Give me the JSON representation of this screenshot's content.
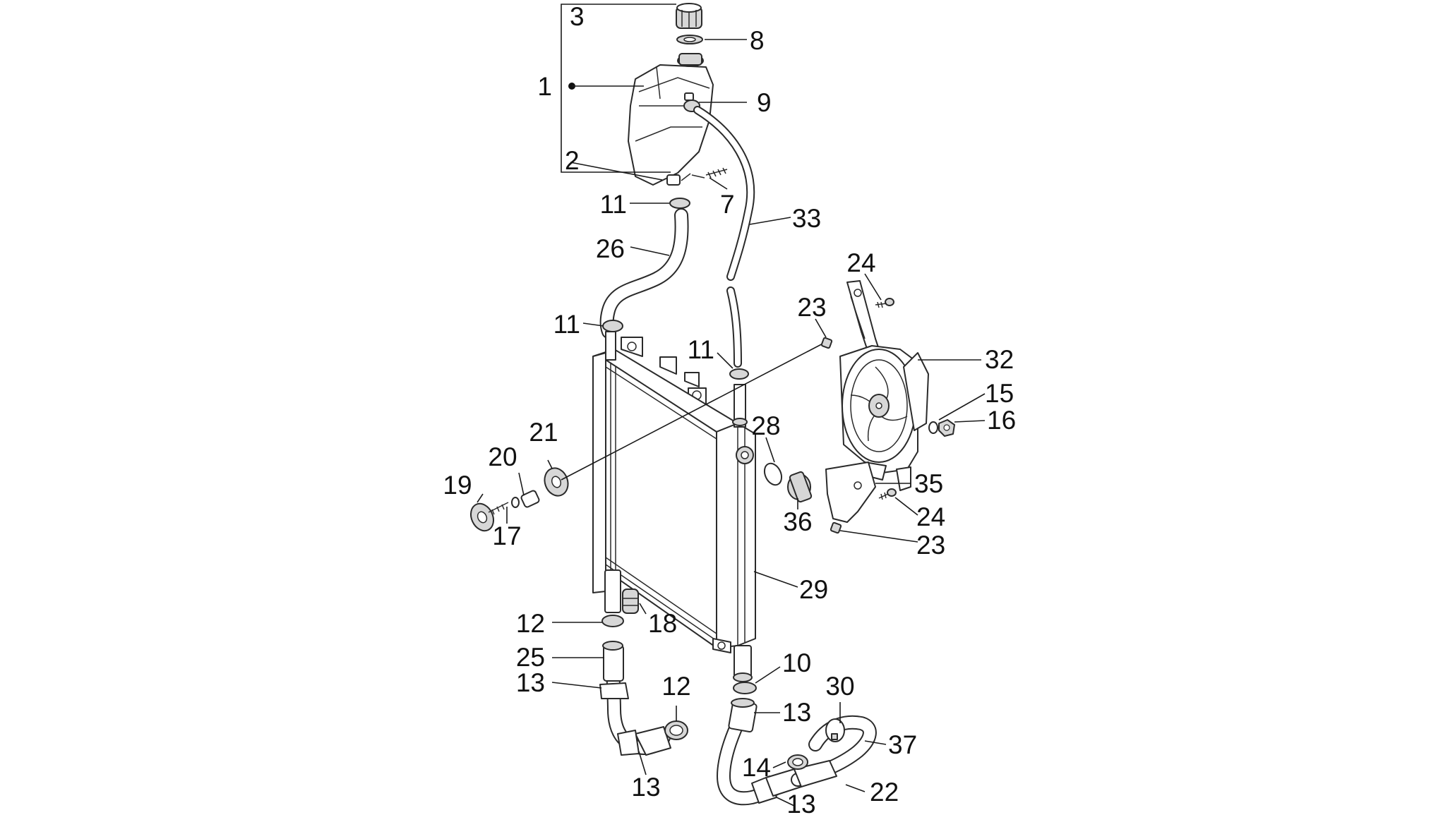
{
  "callouts": [
    {
      "id": "c1",
      "text": "1"
    },
    {
      "id": "c2",
      "text": "2"
    },
    {
      "id": "c3",
      "text": "3"
    },
    {
      "id": "c7",
      "text": "7"
    },
    {
      "id": "c8",
      "text": "8"
    },
    {
      "id": "c9",
      "text": "9"
    },
    {
      "id": "c10",
      "text": "10"
    },
    {
      "id": "c11a",
      "text": "11"
    },
    {
      "id": "c11b",
      "text": "11"
    },
    {
      "id": "c11c",
      "text": "11"
    },
    {
      "id": "c12a",
      "text": "12"
    },
    {
      "id": "c12b",
      "text": "12"
    },
    {
      "id": "c13a",
      "text": "13"
    },
    {
      "id": "c13b",
      "text": "13"
    },
    {
      "id": "c13c",
      "text": "13"
    },
    {
      "id": "c13d",
      "text": "13"
    },
    {
      "id": "c14",
      "text": "14"
    },
    {
      "id": "c15",
      "text": "15"
    },
    {
      "id": "c16",
      "text": "16"
    },
    {
      "id": "c17",
      "text": "17"
    },
    {
      "id": "c18",
      "text": "18"
    },
    {
      "id": "c19",
      "text": "19"
    },
    {
      "id": "c20",
      "text": "20"
    },
    {
      "id": "c21",
      "text": "21"
    },
    {
      "id": "c22",
      "text": "22"
    },
    {
      "id": "c23a",
      "text": "23"
    },
    {
      "id": "c23b",
      "text": "23"
    },
    {
      "id": "c24a",
      "text": "24"
    },
    {
      "id": "c24b",
      "text": "24"
    },
    {
      "id": "c25",
      "text": "25"
    },
    {
      "id": "c26",
      "text": "26"
    },
    {
      "id": "c28",
      "text": "28"
    },
    {
      "id": "c29",
      "text": "29"
    },
    {
      "id": "c30",
      "text": "30"
    },
    {
      "id": "c32",
      "text": "32"
    },
    {
      "id": "c33",
      "text": "33"
    },
    {
      "id": "c35",
      "text": "35"
    },
    {
      "id": "c36",
      "text": "36"
    },
    {
      "id": "c37",
      "text": "37"
    }
  ]
}
